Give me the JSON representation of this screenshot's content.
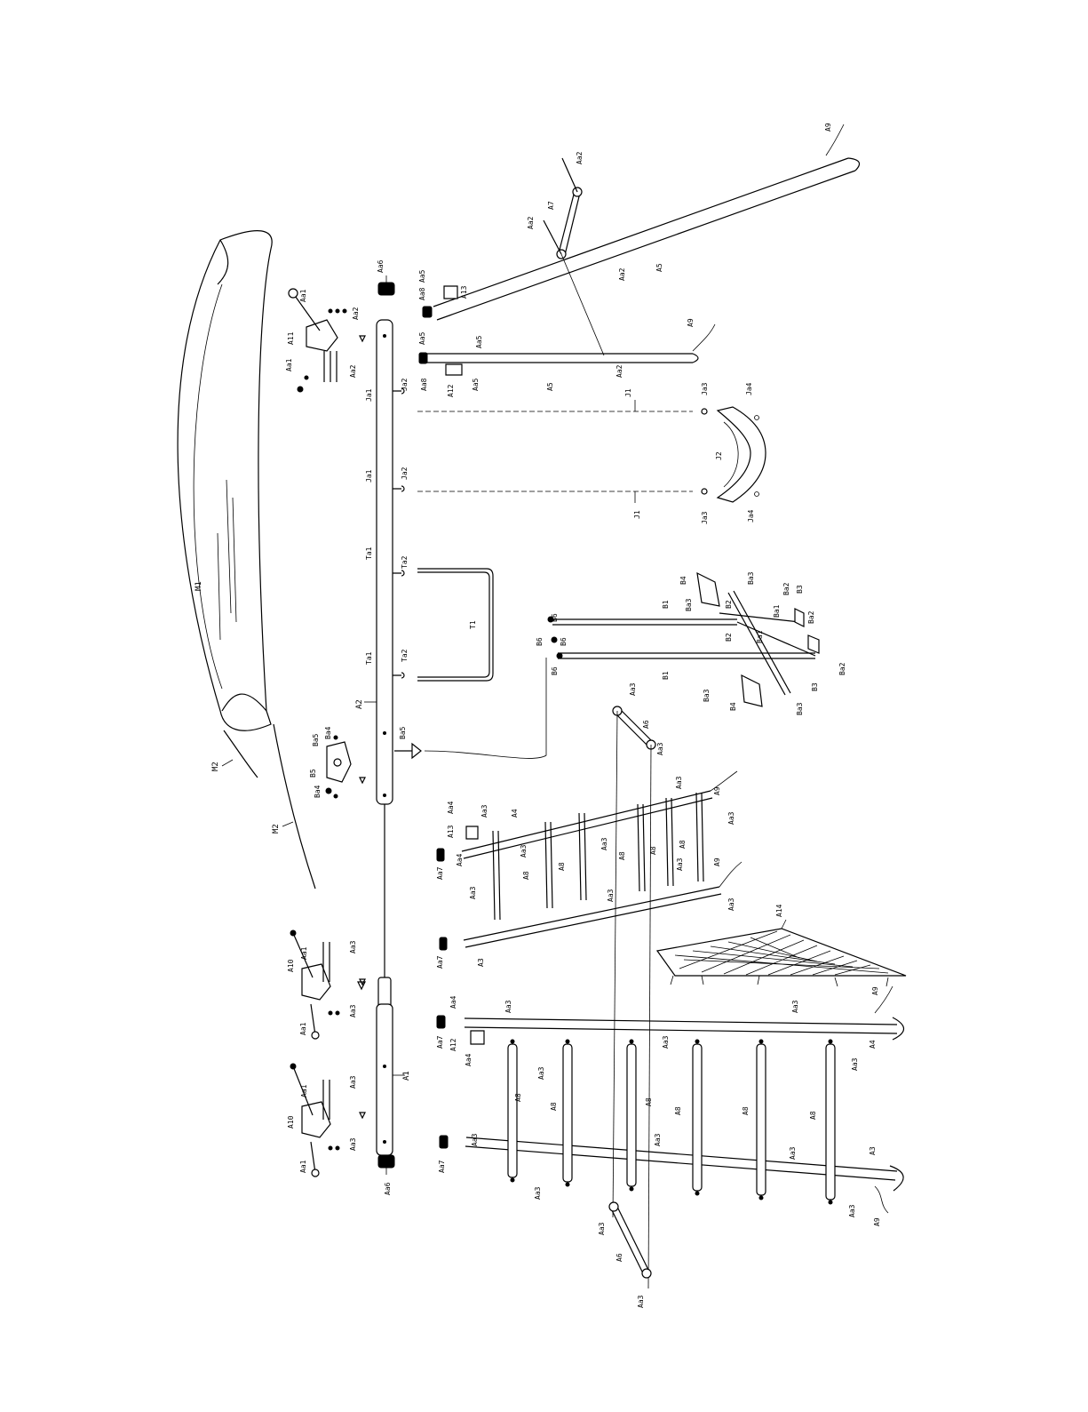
{
  "diagram": {
    "labels": {
      "A1": "A1",
      "A2": "A2",
      "A3": "A3",
      "A4": "A4",
      "A5": "A5",
      "A6": "A6",
      "A7": "A7",
      "A8": "A8",
      "A9": "A9",
      "A10": "A10",
      "A11": "A11",
      "A12": "A12",
      "A13": "A13",
      "A14": "A14",
      "Aa1": "Aa1",
      "Aa2": "Aa2",
      "Aa3": "Aa3",
      "Aa4": "Aa4",
      "Aa5": "Aa5",
      "Aa6": "Aa6",
      "Aa7": "Aa7",
      "Aa8": "Aa8",
      "B1": "B1",
      "B2": "B2",
      "B3": "B3",
      "B4": "B4",
      "B5": "B5",
      "B6": "B6",
      "Ba1": "Ba1",
      "Ba2": "Ba2",
      "Ba3": "Ba3",
      "Ba4": "Ba4",
      "Ba5": "Ba5",
      "J1": "J1",
      "J2": "J2",
      "Ja1": "Ja1",
      "Ja2": "Ja2",
      "Ja3": "Ja3",
      "Ja4": "Ja4",
      "T1": "T1",
      "Ta1": "Ta1",
      "Ta2": "Ta2",
      "M1": "M1",
      "M2": "M2"
    }
  }
}
